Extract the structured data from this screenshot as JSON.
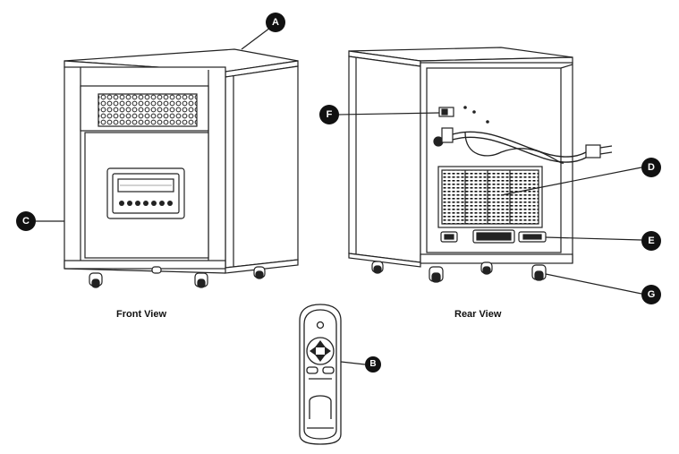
{
  "captions": {
    "front": "Front View",
    "rear": "Rear View"
  },
  "callouts": {
    "a": "A",
    "b": "B",
    "c": "C",
    "d": "D",
    "e": "E",
    "f": "F",
    "g": "G"
  }
}
